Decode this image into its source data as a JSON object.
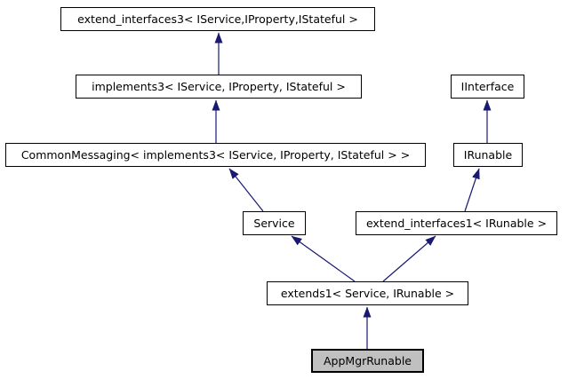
{
  "diagram": {
    "type": "class-inheritance-graph",
    "colors": {
      "background": "#ffffff",
      "node_fill": "#ffffff",
      "node_border": "#000000",
      "highlight_node_fill": "#c0c0c0",
      "edge_color": "#191970",
      "text_color": "#000000"
    },
    "nodes": [
      {
        "id": "extend_interfaces3",
        "label": "extend_interfaces3< IService,IProperty,IStateful >",
        "highlighted": false
      },
      {
        "id": "implements3",
        "label": "implements3< IService, IProperty, IStateful >",
        "highlighted": false
      },
      {
        "id": "IInterface",
        "label": "IInterface",
        "highlighted": false
      },
      {
        "id": "CommonMessaging",
        "label": "CommonMessaging< implements3< IService, IProperty, IStateful > >",
        "highlighted": false
      },
      {
        "id": "IRunable",
        "label": "IRunable",
        "highlighted": false
      },
      {
        "id": "Service",
        "label": "Service",
        "highlighted": false
      },
      {
        "id": "extend_interfaces1",
        "label": "extend_interfaces1< IRunable >",
        "highlighted": false
      },
      {
        "id": "extends1",
        "label": "extends1< Service, IRunable >",
        "highlighted": false
      },
      {
        "id": "AppMgrRunable",
        "label": "AppMgrRunable",
        "highlighted": true
      }
    ],
    "edges": [
      {
        "from": "implements3",
        "to": "extend_interfaces3",
        "relation": "inherits"
      },
      {
        "from": "CommonMessaging",
        "to": "implements3",
        "relation": "inherits"
      },
      {
        "from": "IRunable",
        "to": "IInterface",
        "relation": "inherits"
      },
      {
        "from": "Service",
        "to": "CommonMessaging",
        "relation": "inherits"
      },
      {
        "from": "extend_interfaces1",
        "to": "IRunable",
        "relation": "inherits"
      },
      {
        "from": "extends1",
        "to": "Service",
        "relation": "inherits"
      },
      {
        "from": "extends1",
        "to": "extend_interfaces1",
        "relation": "inherits"
      },
      {
        "from": "AppMgrRunable",
        "to": "extends1",
        "relation": "inherits"
      }
    ]
  }
}
